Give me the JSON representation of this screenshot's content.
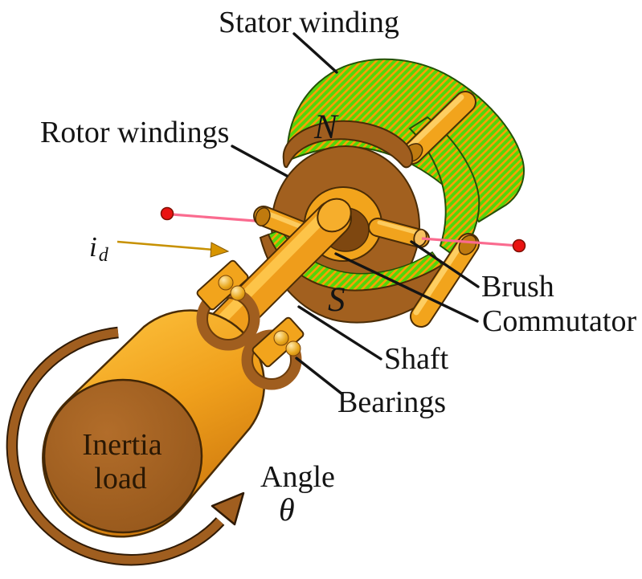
{
  "labels": {
    "stator_winding": "Stator winding",
    "rotor_windings": "Rotor windings",
    "brush": "Brush",
    "commutator": "Commutator",
    "shaft": "Shaft",
    "bearings": "Bearings",
    "inertia_load": [
      "Inertia",
      "load"
    ],
    "angle": "Angle",
    "theta": "θ"
  },
  "poles": {
    "north": "N",
    "south": "S"
  },
  "current": {
    "symbol": "i",
    "subscript": "d"
  },
  "colors": {
    "stator_green": "#53d60a",
    "winding_stripe": "#fba005",
    "copper_orange": "#f2a41c",
    "pole_brown": "#a05e1f",
    "wire_pink": "#fa6b8f",
    "terminal_red": "#ea1311",
    "label_black": "#141414"
  }
}
